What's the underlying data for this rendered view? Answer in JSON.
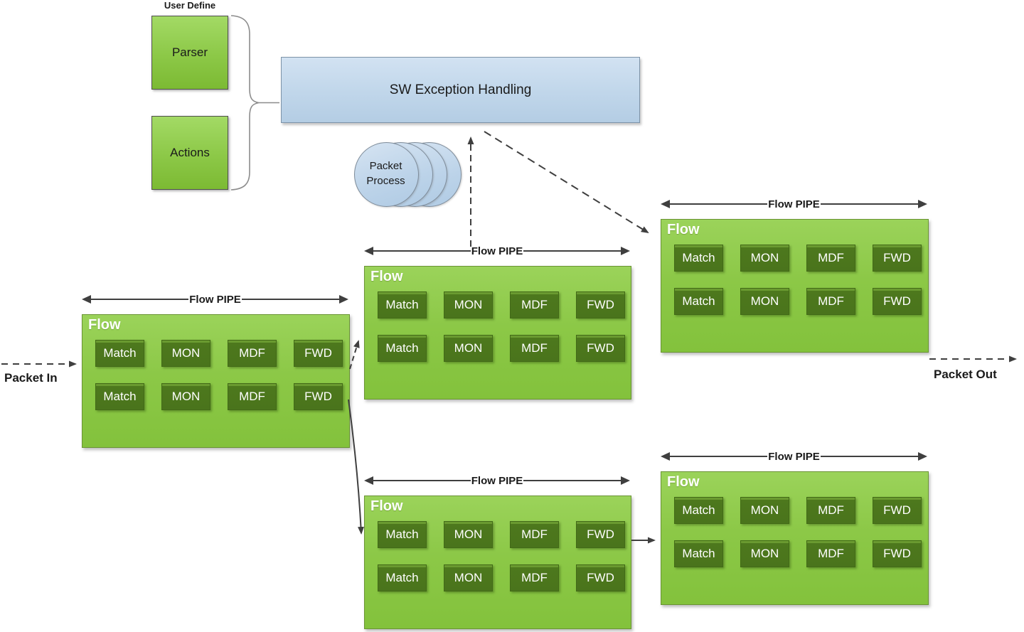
{
  "diagram": {
    "user_define_label": "User Define",
    "parser_label": "Parser",
    "actions_label": "Actions",
    "sw_exception_label": "SW Exception Handling",
    "packet_process_line1": "Packet",
    "packet_process_line2": "Process",
    "packet_in_label": "Packet In",
    "packet_out_label": "Packet Out"
  },
  "pipes": [
    {
      "id": "ingress",
      "header": "Flow PIPE",
      "flow_label": "Flow",
      "rows": [
        [
          "Match",
          "MON",
          "MDF",
          "FWD"
        ],
        [
          "Match",
          "MON",
          "MDF",
          "FWD"
        ]
      ]
    },
    {
      "id": "middle-top",
      "header": "Flow PIPE",
      "flow_label": "Flow",
      "rows": [
        [
          "Match",
          "MON",
          "MDF",
          "FWD"
        ],
        [
          "Match",
          "MON",
          "MDF",
          "FWD"
        ]
      ]
    },
    {
      "id": "top-right",
      "header": "Flow PIPE",
      "flow_label": "Flow",
      "rows": [
        [
          "Match",
          "MON",
          "MDF",
          "FWD"
        ],
        [
          "Match",
          "MON",
          "MDF",
          "FWD"
        ]
      ]
    },
    {
      "id": "middle-bottom",
      "header": "Flow PIPE",
      "flow_label": "Flow",
      "rows": [
        [
          "Match",
          "MON",
          "MDF",
          "FWD"
        ],
        [
          "Match",
          "MON",
          "MDF",
          "FWD"
        ]
      ]
    },
    {
      "id": "bottom-right",
      "header": "Flow PIPE",
      "flow_label": "Flow",
      "rows": [
        [
          "Match",
          "MON",
          "MDF",
          "FWD"
        ],
        [
          "Match",
          "MON",
          "MDF",
          "FWD"
        ]
      ]
    }
  ],
  "colors": {
    "pipe_green": "#8cc847",
    "stage_dark_green": "#4d781d",
    "exception_blue": "#bdd7ee",
    "arrow_gray": "#3f3f3f"
  }
}
